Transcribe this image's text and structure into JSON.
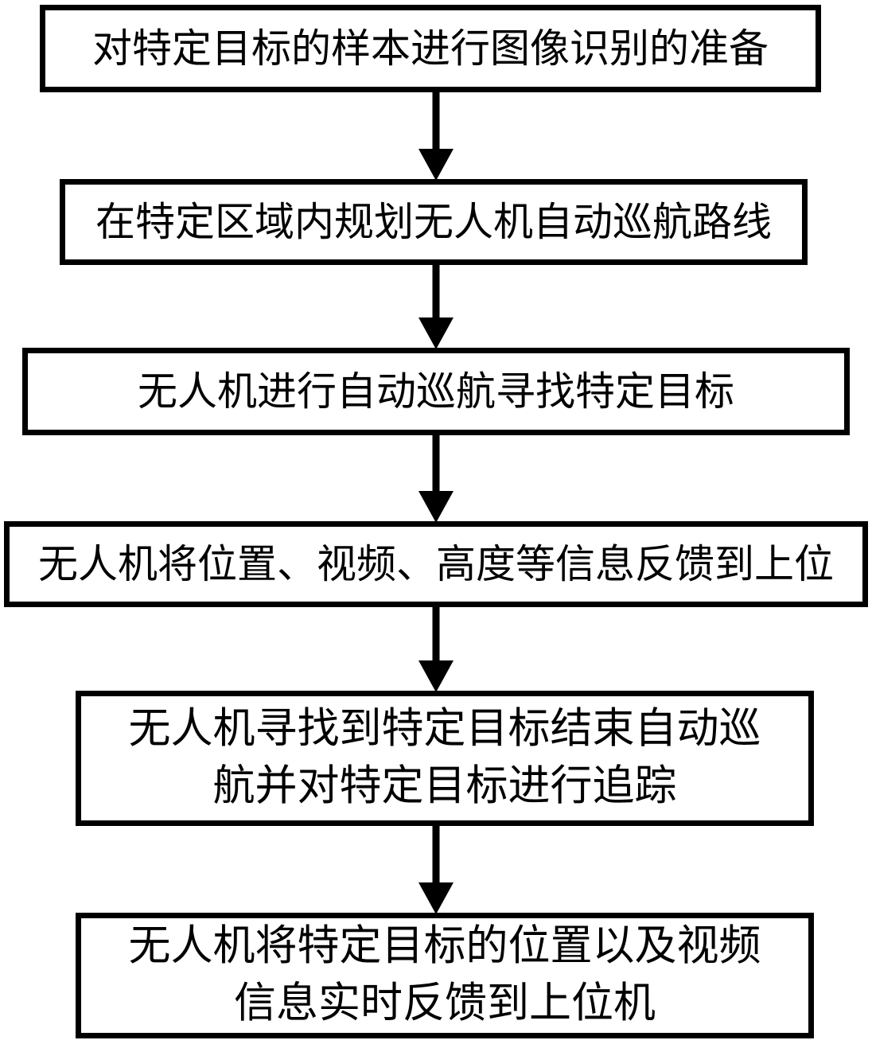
{
  "diagram": {
    "type": "flowchart",
    "direction": "top-down",
    "background_color": "#ffffff",
    "stroke_color": "#000000"
  },
  "steps": [
    {
      "lines": [
        "对特定目标的样本进行图像识别的准备"
      ]
    },
    {
      "lines": [
        "在特定区域内规划无人机自动巡航路线"
      ]
    },
    {
      "lines": [
        "无人机进行自动巡航寻找特定目标"
      ]
    },
    {
      "lines": [
        "无人机将位置、视频、高度等信息反馈到上位"
      ]
    },
    {
      "lines": [
        "无人机寻找到特定目标结束自动巡",
        "航并对特定目标进行追踪"
      ]
    },
    {
      "lines": [
        "无人机将特定目标的位置以及视频",
        "信息实时反馈到上位机"
      ]
    }
  ],
  "connections": [
    {
      "from": 1,
      "to": 2
    },
    {
      "from": 2,
      "to": 3
    },
    {
      "from": 3,
      "to": 4
    },
    {
      "from": 4,
      "to": 5
    },
    {
      "from": 5,
      "to": 6
    }
  ]
}
